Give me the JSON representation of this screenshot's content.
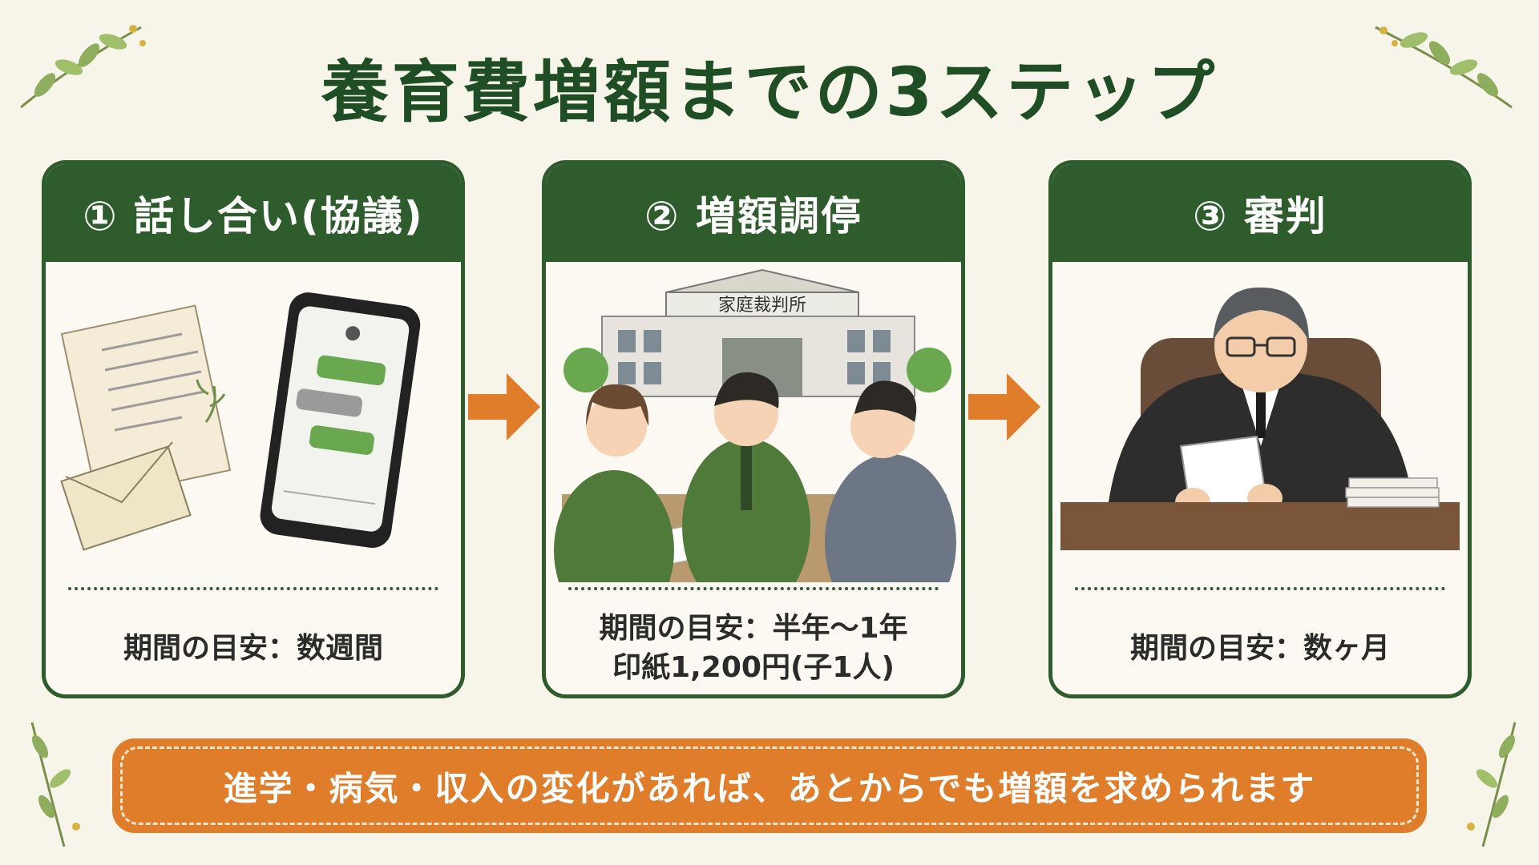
{
  "title": "養育費増額までの3ステップ",
  "steps": [
    {
      "header": "① 話し合い(協議)",
      "lines": [
        "期間の目安：数週間"
      ]
    },
    {
      "header": "② 増額調停",
      "building_sign": "家庭裁判所",
      "lines": [
        "期間の目安：半年〜1年",
        "印紙1,200円(子1人)"
      ]
    },
    {
      "header": "③ 審判",
      "lines": [
        "期間の目安：数ヶ月"
      ]
    }
  ],
  "banner": "進学・病気・収入の変化があれば、あとからでも増額を求められます",
  "colors": {
    "header_green": "#2f5c2c",
    "title_green": "#1f4d24",
    "accent_orange": "#e07d2a",
    "background": "#f7f4ea"
  },
  "icons": [
    "letter-icon",
    "envelope-icon",
    "smartphone-chat-icon",
    "courthouse-icon",
    "mediation-meeting-icon",
    "judge-icon",
    "arrow-right-icon",
    "leaf-sprig-icon"
  ]
}
